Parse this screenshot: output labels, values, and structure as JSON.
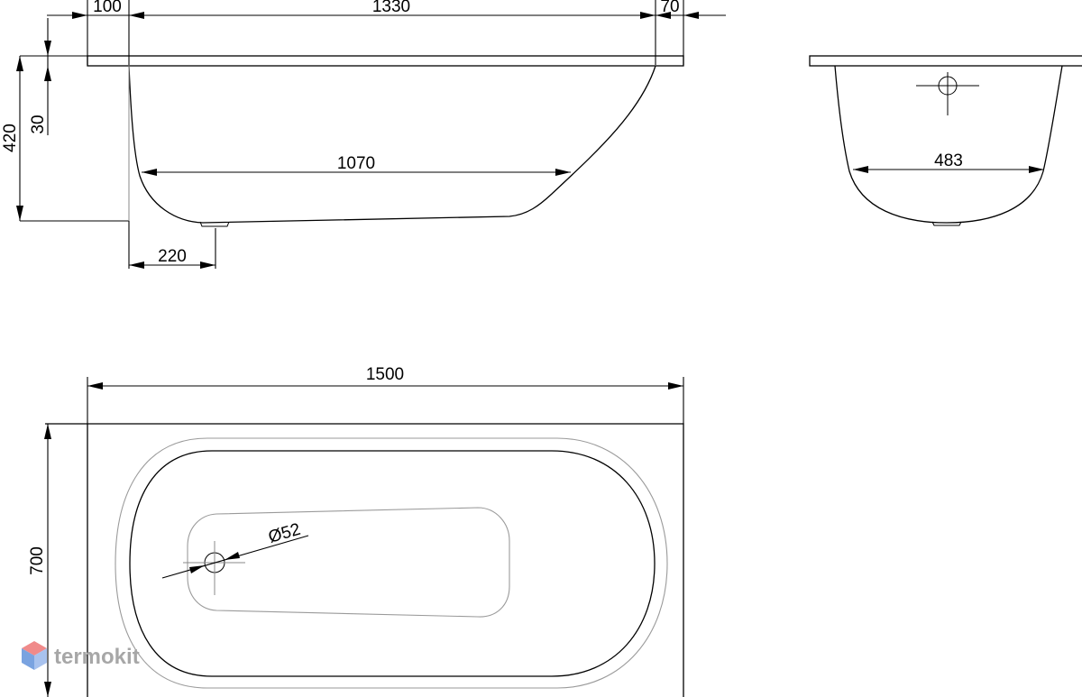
{
  "side_view": {
    "dim_lip_left": "100",
    "dim_inner_length": "1330",
    "dim_lip_right": "70",
    "dim_height": "420",
    "dim_rim": "30",
    "dim_bottom_length": "1070",
    "dim_drain_offset": "220"
  },
  "end_view": {
    "dim_bottom_width": "483"
  },
  "top_view": {
    "dim_length": "1500",
    "dim_width": "700",
    "dim_drain_diameter": "Ø52"
  },
  "watermark": {
    "text": "termokit"
  }
}
